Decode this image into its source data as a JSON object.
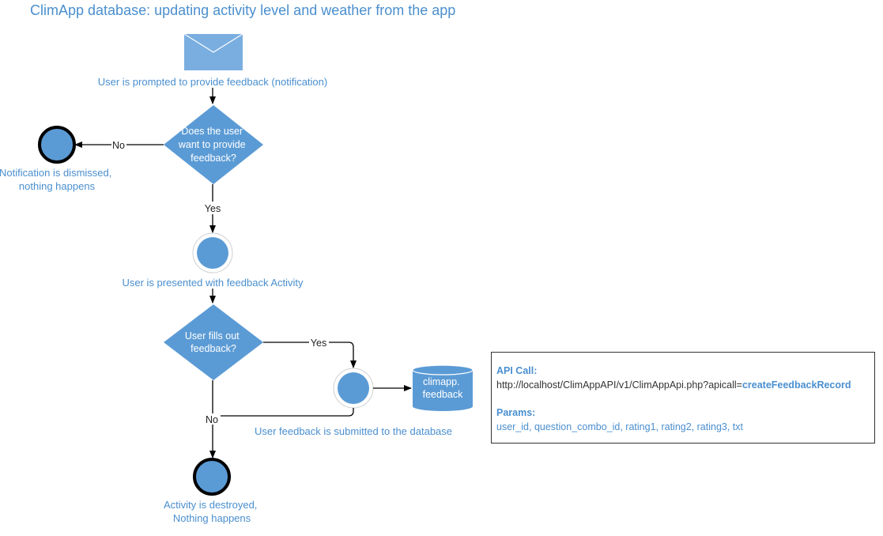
{
  "title": "ClimApp database: updating activity level and weather from the app",
  "nodes": {
    "notification_label": "User is prompted to provide feedback (notification)",
    "decision1_lines": [
      "Does the user",
      "want to provide",
      "feedback?"
    ],
    "dismissed_lines": [
      "Notification is dismissed,",
      "nothing happens"
    ],
    "activity_label": "User is presented with feedback Activity",
    "decision2_lines": [
      "User fills out",
      "feedback?"
    ],
    "database_lines": [
      "climapp.",
      "feedback"
    ],
    "submitted_label": "User feedback is submitted to the database",
    "destroyed_lines": [
      "Activity is destroyed,",
      "Nothing happens"
    ]
  },
  "edges": {
    "no1": "No",
    "yes1": "Yes",
    "yes2": "Yes",
    "no2": "No"
  },
  "api": {
    "call_heading": "API Call:",
    "url_prefix": "http://localhost/ClimAppAPI/v1/ClimAppApi.php?apicall=",
    "url_call": "createFeedbackRecord",
    "params_heading": "Params:",
    "params": "user_id, question_combo_id, rating1, rating2, rating3, txt"
  },
  "colors": {
    "node_fill": "#5b9bd5",
    "envelope_fill": "#7aaee0",
    "label_text": "#4a8fcf",
    "line": "#000000"
  }
}
